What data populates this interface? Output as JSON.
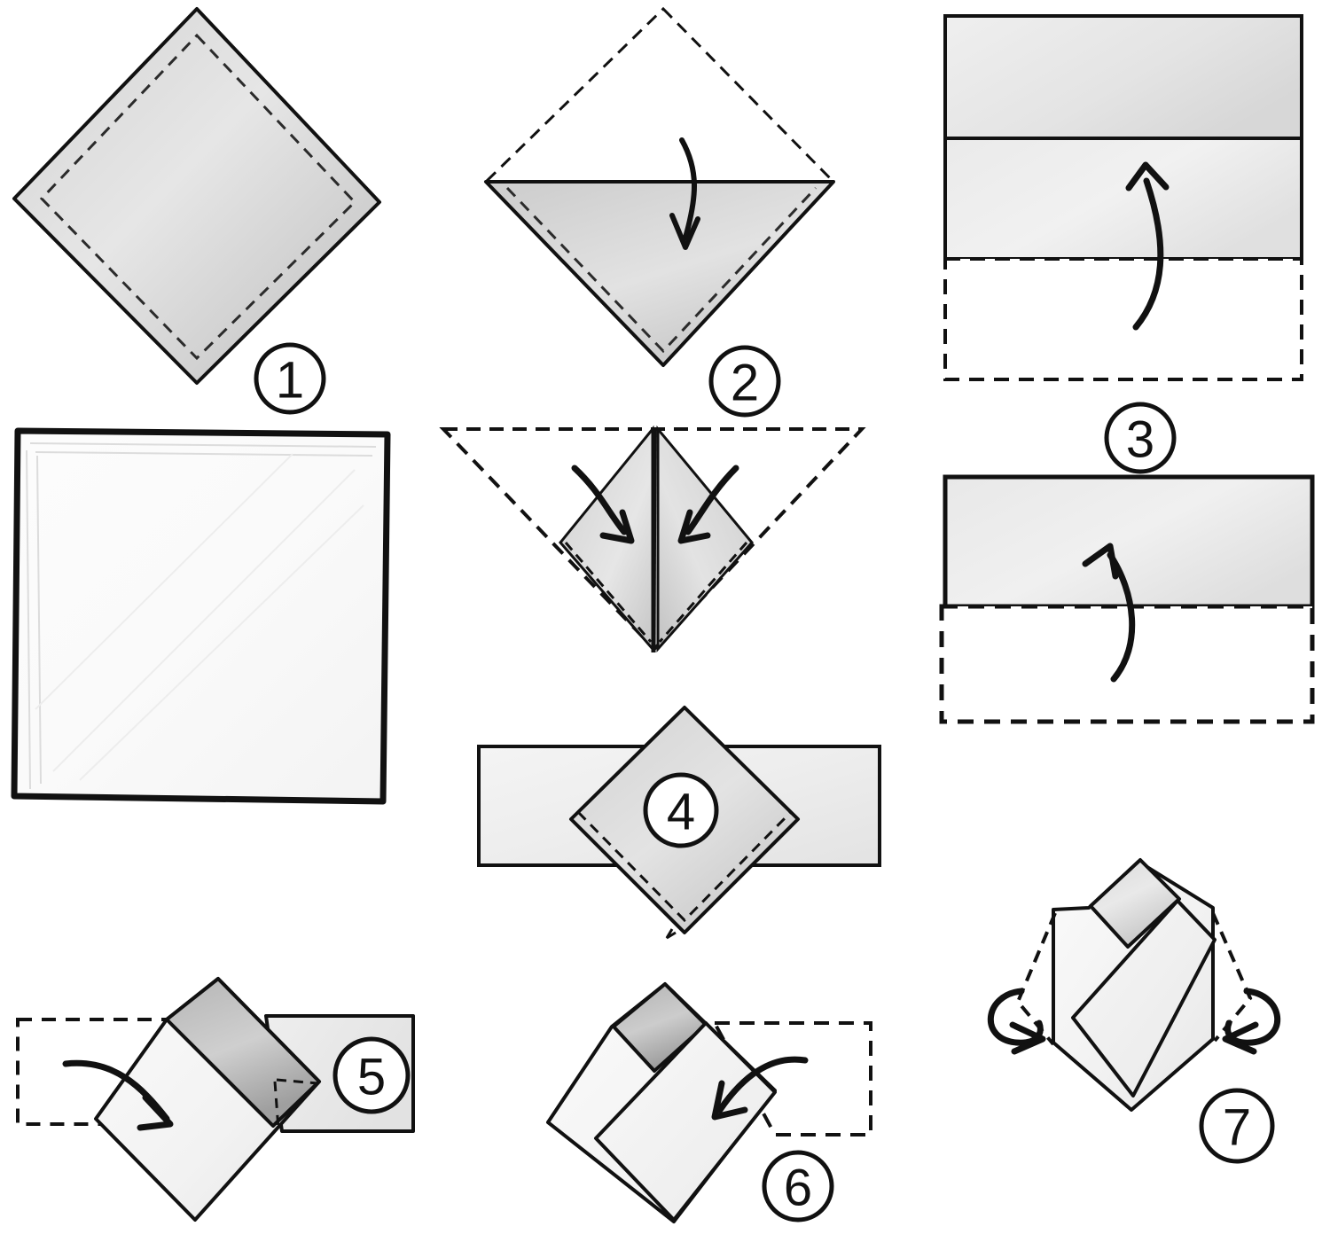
{
  "document": {
    "title": "Napkin Folding Instructions",
    "type": "hand-drawn step-by-step fold diagram",
    "background_color": "#ffffff",
    "ink_color": "#111111",
    "pencil_shade_color": "#b9b9b9",
    "step_count": 7
  },
  "steps": [
    {
      "number": "1",
      "badge_label": "1",
      "shape": "square-rotated-diamond",
      "description": "Flat napkin laid as a diamond, shaded, with dashed hem stitching inset from the edge.",
      "has_arrow": false,
      "arrow_label": ""
    },
    {
      "number": "2",
      "badge_label": "2",
      "shape": "diamond-top-folded-down",
      "description": "Top half of the diamond folded down over the bottom half; upper half shown as a dashed outline.",
      "has_arrow": true,
      "arrow_label": "fold-down-arrow"
    },
    {
      "number": "3",
      "badge_label": "3",
      "shape": "rectangle-three-bands",
      "description": "Rectangle with two horizontal fold bands; bottom band shown dashed and folded upward.",
      "has_arrow": true,
      "arrow_label": "fold-up-arrow"
    },
    {
      "number": "4",
      "badge_label": "4",
      "shape": "band-with-diamond",
      "description": "Horizontal band with a shaded diamond centred on top of it; the step number sits inside the diamond.",
      "has_arrow": false,
      "arrow_label": ""
    },
    {
      "number": "5",
      "badge_label": "5",
      "shape": "diamond-with-band-left-flap",
      "description": "Tilted diamond with a band across it; the left end of the band (dashed) folds to the right.",
      "has_arrow": true,
      "arrow_label": "fold-right-arrow"
    },
    {
      "number": "6",
      "badge_label": "6",
      "shape": "diamond-with-band-right-flap",
      "description": "Same form with the right end of the band (dashed) folding to the left across the front.",
      "has_arrow": true,
      "arrow_label": "fold-left-arrow"
    },
    {
      "number": "7",
      "badge_label": "7",
      "shape": "finished-pocket",
      "description": "Finished pocket fold; loop arrows on both sides show the side points tucking behind.",
      "has_arrow": true,
      "arrow_label": "tuck-behind-loop-arrows"
    }
  ],
  "extra_panels": [
    {
      "name": "flat-square",
      "badge_label": "",
      "description": "Plain unfolded square napkin drawn flat, lightly pencil-hatched, no step number."
    },
    {
      "name": "half-rectangle-fold-up",
      "badge_label": "",
      "description": "Rectangle folded in half: solid shaded upper half, dashed lower half, upward fold arrow."
    },
    {
      "name": "triangle-side-flaps",
      "badge_label": "",
      "description": "Downward triangle with both side corners folded in to the centre line; two inward arrows."
    }
  ]
}
